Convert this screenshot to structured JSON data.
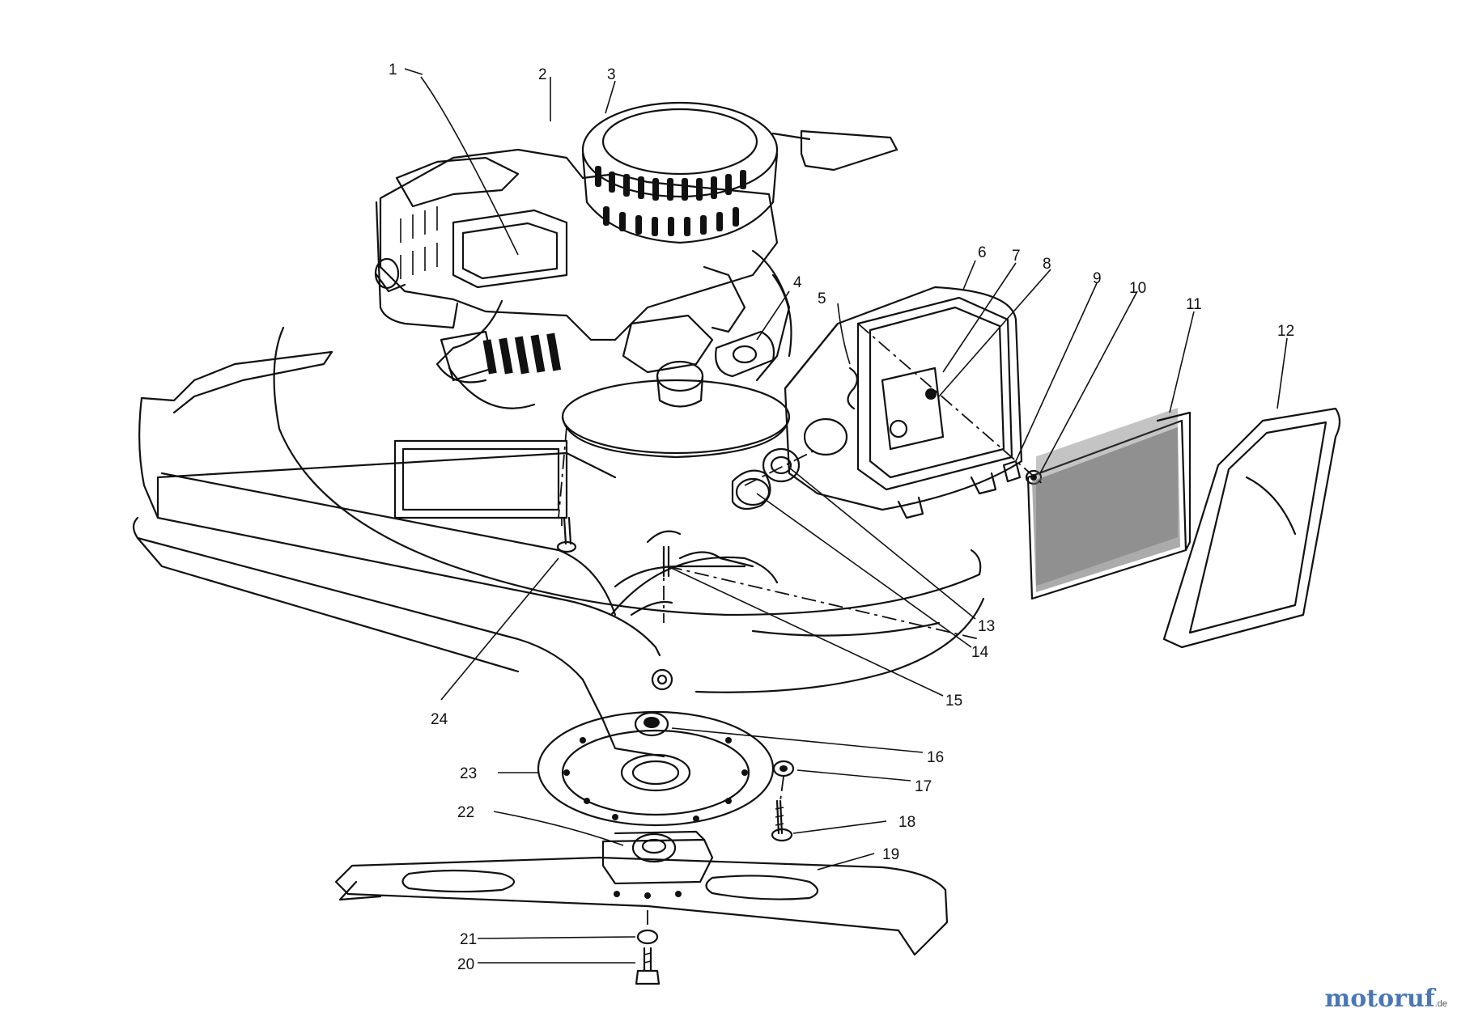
{
  "labels": [
    "1",
    "2",
    "3",
    "4",
    "5",
    "6",
    "7",
    "8",
    "9",
    "10",
    "11",
    "12",
    "13",
    "14",
    "15",
    "16",
    "17",
    "18",
    "19",
    "20",
    "21",
    "22",
    "23",
    "24"
  ],
  "watermark": {
    "text": "motoruf",
    "suffix": ".de",
    "colors": [
      "#4a77b5",
      "#d9402b",
      "#f2b31b",
      "#3d9a47"
    ]
  }
}
